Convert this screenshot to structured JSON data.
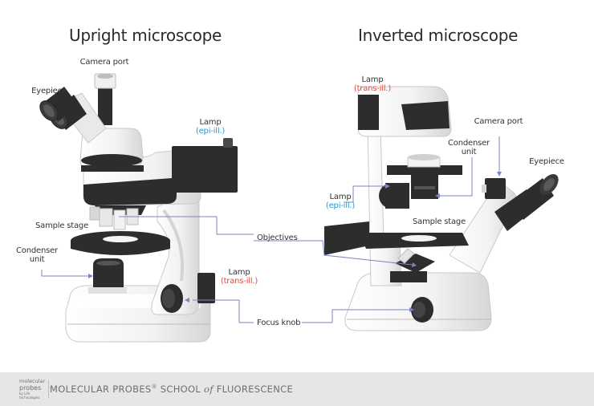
{
  "upright": {
    "title": "Upright microscope",
    "labels": {
      "camera_port": "Camera port",
      "eyepiece": "Eyepiece",
      "lamp": "Lamp",
      "lamp_epi": "(epi-ill.)",
      "sample_stage": "Sample stage",
      "condenser_line1": "Condenser",
      "condenser_line2": "unit",
      "lamp2": "Lamp",
      "lamp_trans": "(trans-ill.)"
    }
  },
  "inverted": {
    "title": "Inverted microscope",
    "labels": {
      "lamp": "Lamp",
      "lamp_trans": "(trans-ill.)",
      "camera_port": "Camera port",
      "condenser_line1": "Condenser",
      "condenser_line2": "unit",
      "eyepiece": "Eyepiece",
      "lamp2": "Lamp",
      "lamp_epi": "(epi-ill.)",
      "sample_stage": "Sample stage"
    }
  },
  "shared_labels": {
    "objectives": "Objectives",
    "focus_knob": "Focus knob"
  },
  "footer": {
    "logo_line1": "molecular",
    "logo_line2": "probes",
    "logo_line3": "by Life technologies",
    "school_part1": "MOLECULAR PROBES",
    "school_reg": "®",
    "school_part2": " SCHOOL ",
    "school_of": "of",
    "school_part3": " FLUORESCENCE"
  },
  "colors": {
    "dark": "#2d2d2d",
    "body": "#f3f3f3",
    "body_shade": "#d9d9d9",
    "pointer": "#7a86c2",
    "epi_blue": "#1f9bd6",
    "trans_red": "#e04a3c"
  }
}
